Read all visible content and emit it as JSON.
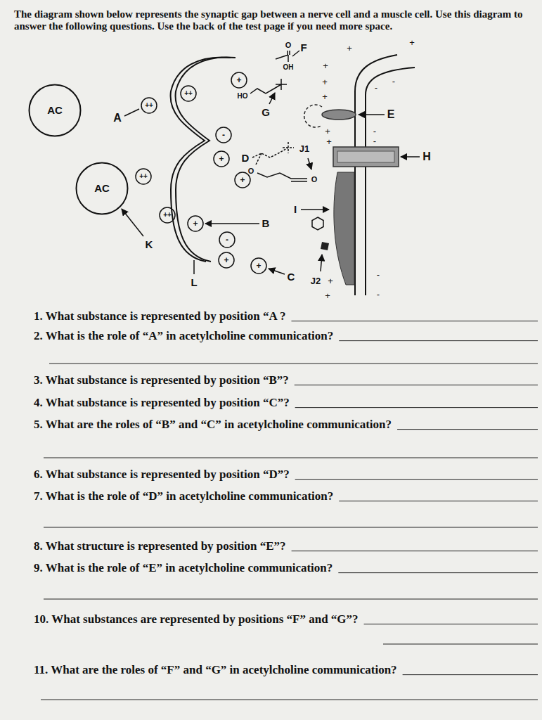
{
  "diagram": {
    "nodes": [
      {
        "text": [
          "AC"
        ]
      },
      {
        "text": [
          "AC"
        ]
      }
    ],
    "labels": [
      "The diagram shown below represents the synaptic gap between a nerve cell and a muscle cell. Use this diagram to answer the following questions. Use the back of the test page if you need more space.",
      "A",
      "F",
      "O",
      "OH",
      "HO",
      "G",
      "E",
      "J1",
      "H",
      "D",
      "O",
      "O",
      "I",
      "B",
      "K",
      "L",
      "C",
      "J2",
      "++",
      "++",
      "+",
      "-",
      "+",
      "++",
      "+",
      "++",
      "+",
      "-",
      "+",
      "+",
      "+",
      "+",
      "+",
      "+",
      "+",
      "-",
      "-",
      "+",
      "+",
      "-",
      "-",
      "+",
      "+",
      "-",
      "-",
      "1. What substance is represented by position “A ?",
      "2. What is the role of “A” in acetylcholine communication?",
      "3. What substance is represented by position “B”?",
      "4. What substance is represented by position “C”?",
      "5. What are the roles of “B” and “C” in acetylcholine communication?",
      "6. What substance is represented by position “D”?",
      "7. What is the role of “D” in acetylcholine communication?",
      "8. What structure is represented by position “E”?",
      "9. What is the role of “E” in acetylcholine communication?",
      "10. What substances are represented by positions “F” and “G”?",
      "11. What are the roles of “F” and “G” in acetylcholine communication?"
    ]
  }
}
